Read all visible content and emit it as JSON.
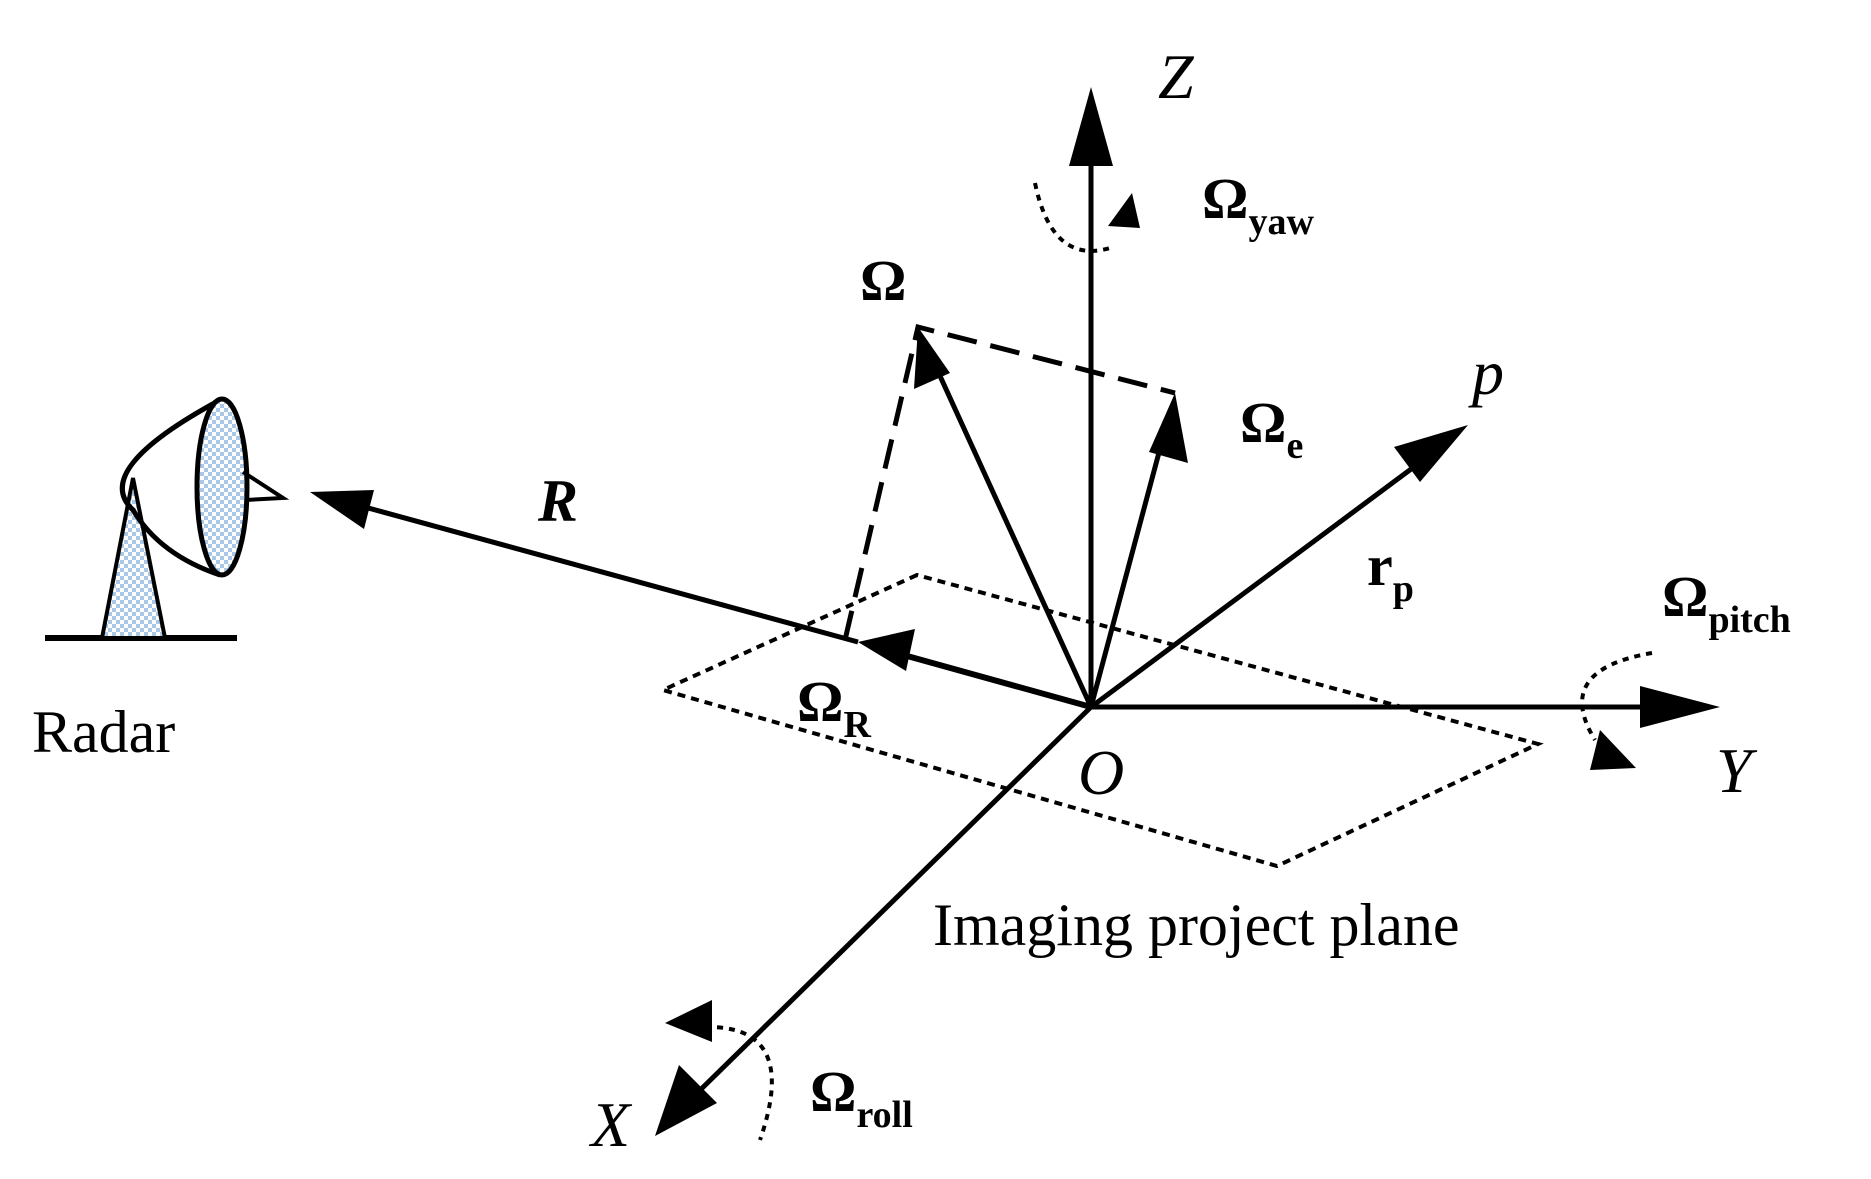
{
  "axes": {
    "z": "Z",
    "y": "Y",
    "x": "X",
    "p": "p",
    "origin": "O"
  },
  "vectors": {
    "range": "R",
    "omega": "Ω",
    "omega_e": {
      "symbol": "Ω",
      "sub": "e"
    },
    "omega_r": {
      "symbol": "Ω",
      "sub": "R"
    },
    "r_p": {
      "symbol": "r",
      "sub": "p"
    }
  },
  "rotations": {
    "yaw": {
      "symbol": "Ω",
      "sub": "yaw"
    },
    "pitch": {
      "symbol": "Ω",
      "sub": "pitch"
    },
    "roll": {
      "symbol": "Ω",
      "sub": "roll"
    }
  },
  "labels": {
    "radar": "Radar",
    "plane": "Imaging project plane"
  },
  "colors": {
    "stroke": "#000000",
    "radar_fill": "#a9c7e6",
    "background": "#ffffff"
  }
}
